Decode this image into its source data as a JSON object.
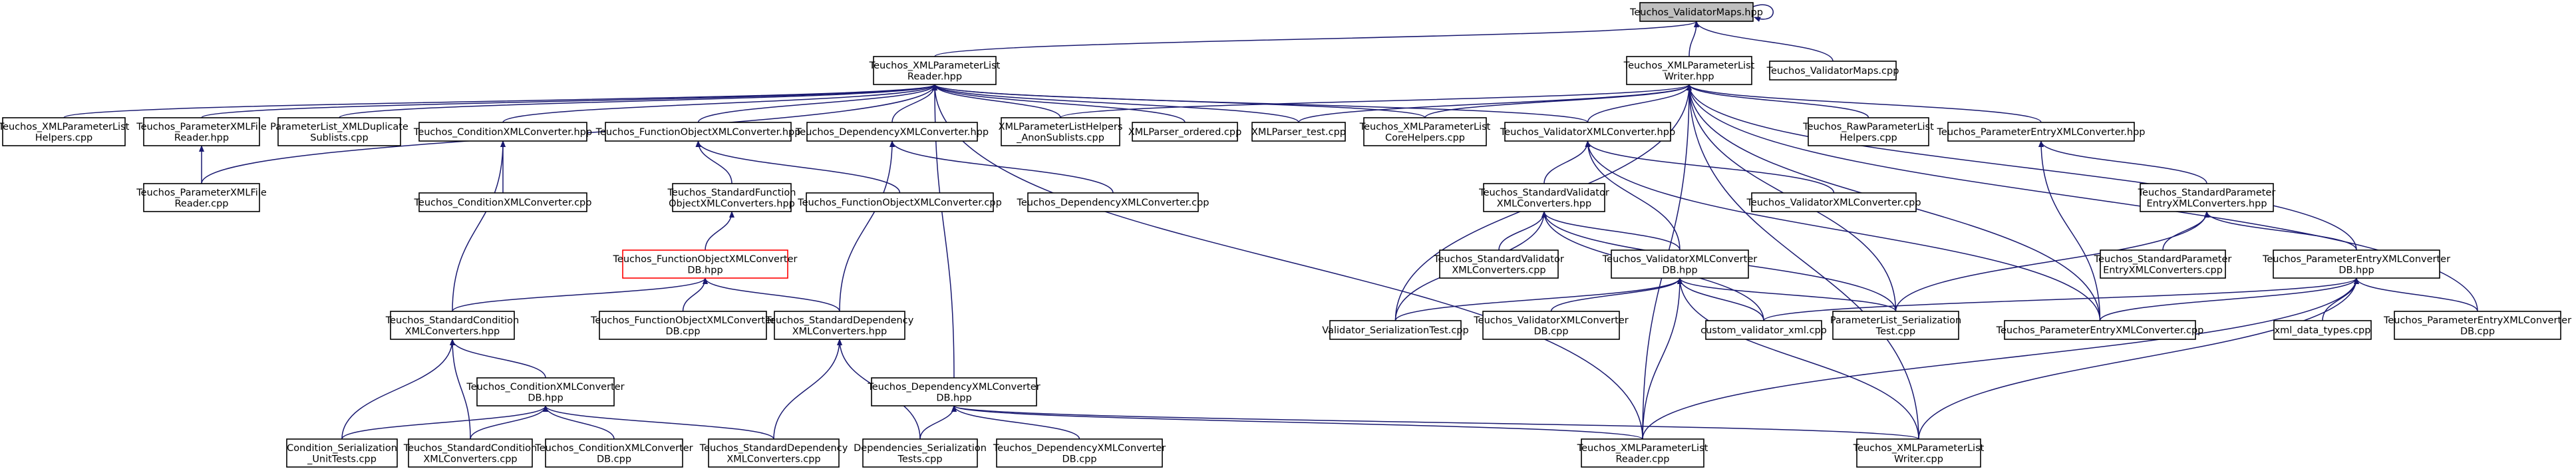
{
  "colors": {
    "edge": "#191970",
    "node_border": "#000000",
    "root_fill": "#bfbfbf",
    "highlight_border": "#ff0000"
  },
  "nodes": [
    {
      "id": "root",
      "lines": [
        "Teuchos_ValidatorMaps.hpp"
      ],
      "style": "root"
    },
    {
      "id": "plreader",
      "lines": [
        "Teuchos_XMLParameterList",
        "Reader.hpp"
      ]
    },
    {
      "id": "plwriter",
      "lines": [
        "Teuchos_XMLParameterList",
        "Writer.hpp"
      ]
    },
    {
      "id": "vmcpp",
      "lines": [
        "Teuchos_ValidatorMaps.cpp"
      ]
    },
    {
      "id": "helperscpp",
      "lines": [
        "Teuchos_XMLParameterList",
        "Helpers.cpp"
      ]
    },
    {
      "id": "pxmlfilehpp",
      "lines": [
        "Teuchos_ParameterXMLFile",
        "Reader.hpp"
      ]
    },
    {
      "id": "dupsub",
      "lines": [
        "ParameterList_XMLDuplicate",
        "Sublists.cpp"
      ]
    },
    {
      "id": "condxmlhpp",
      "lines": [
        "Teuchos_ConditionXMLConverter.hpp"
      ]
    },
    {
      "id": "funcxmlhpp",
      "lines": [
        "Teuchos_FunctionObjectXMLConverter.hpp"
      ]
    },
    {
      "id": "depxmlhpp",
      "lines": [
        "Teuchos_DependencyXMLConverter.hpp"
      ]
    },
    {
      "id": "anonsub",
      "lines": [
        "XMLParameterListHelpers",
        "_AnonSublists.cpp"
      ]
    },
    {
      "id": "xmlparserord",
      "lines": [
        "XMLParser_ordered.cpp"
      ]
    },
    {
      "id": "xmlparsertest",
      "lines": [
        "XMLParser_test.cpp"
      ]
    },
    {
      "id": "corehelpers",
      "lines": [
        "Teuchos_XMLParameterList",
        "CoreHelpers.cpp"
      ]
    },
    {
      "id": "valxmlhpp",
      "lines": [
        "Teuchos_ValidatorXMLConverter.hpp"
      ]
    },
    {
      "id": "rawhelpers",
      "lines": [
        "Teuchos_RawParameterList",
        "Helpers.cpp"
      ]
    },
    {
      "id": "peconvhpp",
      "lines": [
        "Teuchos_ParameterEntryXMLConverter.hpp"
      ]
    },
    {
      "id": "pxmlfilecpp",
      "lines": [
        "Teuchos_ParameterXMLFile",
        "Reader.cpp"
      ]
    },
    {
      "id": "condxmlcpp",
      "lines": [
        "Teuchos_ConditionXMLConverter.cpp"
      ]
    },
    {
      "id": "sfobjhpp",
      "lines": [
        "Teuchos_StandardFunction",
        "ObjectXMLConverters.hpp"
      ]
    },
    {
      "id": "funcxmlcpp",
      "lines": [
        "Teuchos_FunctionObjectXMLConverter.cpp"
      ]
    },
    {
      "id": "depxmlcpp",
      "lines": [
        "Teuchos_DependencyXMLConverter.cpp"
      ]
    },
    {
      "id": "svalhpp",
      "lines": [
        "Teuchos_StandardValidator",
        "XMLConverters.hpp"
      ]
    },
    {
      "id": "valxmlcpp",
      "lines": [
        "Teuchos_ValidatorXMLConverter.cpp"
      ]
    },
    {
      "id": "speconvhpp",
      "lines": [
        "Teuchos_StandardParameter",
        "EntryXMLConverters.hpp"
      ]
    },
    {
      "id": "funcdbhpp",
      "lines": [
        "Teuchos_FunctionObjectXMLConverter",
        "DB.hpp"
      ],
      "style": "red"
    },
    {
      "id": "svalcpp",
      "lines": [
        "Teuchos_StandardValidator",
        "XMLConverters.cpp"
      ]
    },
    {
      "id": "valdbhpp",
      "lines": [
        "Teuchos_ValidatorXMLConverter",
        "DB.hpp"
      ]
    },
    {
      "id": "speconvcpp",
      "lines": [
        "Teuchos_StandardParameter",
        "EntryXMLConverters.cpp"
      ]
    },
    {
      "id": "pedbhpp",
      "lines": [
        "Teuchos_ParameterEntryXMLConverter",
        "DB.hpp"
      ]
    },
    {
      "id": "scondhpp",
      "lines": [
        "Teuchos_StandardCondition",
        "XMLConverters.hpp"
      ]
    },
    {
      "id": "funcdbcpp",
      "lines": [
        "Teuchos_FunctionObjectXMLConverter",
        "DB.cpp"
      ]
    },
    {
      "id": "sdephpp",
      "lines": [
        "Teuchos_StandardDependency",
        "XMLConverters.hpp"
      ]
    },
    {
      "id": "valsertest",
      "lines": [
        "Validator_SerializationTest.cpp"
      ]
    },
    {
      "id": "valdbcpp",
      "lines": [
        "Teuchos_ValidatorXMLConverter",
        "DB.cpp"
      ]
    },
    {
      "id": "customval",
      "lines": [
        "custom_validator_xml.cpp"
      ]
    },
    {
      "id": "plsertest",
      "lines": [
        "ParameterList_Serialization",
        "Test.cpp"
      ]
    },
    {
      "id": "peconvcpp",
      "lines": [
        "Teuchos_ParameterEntryXMLConverter.cpp"
      ]
    },
    {
      "id": "xmldatatypes",
      "lines": [
        "xml_data_types.cpp"
      ]
    },
    {
      "id": "pedbcpp",
      "lines": [
        "Teuchos_ParameterEntryXMLConverter",
        "DB.cpp"
      ]
    },
    {
      "id": "conddbhpp",
      "lines": [
        "Teuchos_ConditionXMLConverter",
        "DB.hpp"
      ]
    },
    {
      "id": "depdbhpp",
      "lines": [
        "Teuchos_DependencyXMLConverter",
        "DB.hpp"
      ]
    },
    {
      "id": "condsertests",
      "lines": [
        "Condition_Serialization",
        "_UnitTests.cpp"
      ]
    },
    {
      "id": "scondcpp",
      "lines": [
        "Teuchos_StandardCondition",
        "XMLConverters.cpp"
      ]
    },
    {
      "id": "conddbcpp",
      "lines": [
        "Teuchos_ConditionXMLConverter",
        "DB.cpp"
      ]
    },
    {
      "id": "sdepcpp",
      "lines": [
        "Teuchos_StandardDependency",
        "XMLConverters.cpp"
      ]
    },
    {
      "id": "depsertests",
      "lines": [
        "Dependencies_Serialization",
        "Tests.cpp"
      ]
    },
    {
      "id": "depdbcpp",
      "lines": [
        "Teuchos_DependencyXMLConverter",
        "DB.cpp"
      ]
    },
    {
      "id": "plreadercpp",
      "lines": [
        "Teuchos_XMLParameterList",
        "Reader.cpp"
      ]
    },
    {
      "id": "plwritercpp",
      "lines": [
        "Teuchos_XMLParameterList",
        "Writer.cpp"
      ]
    }
  ],
  "edges": [
    [
      "plreader",
      "root"
    ],
    [
      "plwriter",
      "root"
    ],
    [
      "vmcpp",
      "root"
    ],
    [
      "root",
      "root"
    ],
    [
      "helperscpp",
      "plreader"
    ],
    [
      "pxmlfilehpp",
      "plreader"
    ],
    [
      "pxmlfilecpp",
      "plreader"
    ],
    [
      "dupsub",
      "plreader"
    ],
    [
      "condxmlhpp",
      "plreader"
    ],
    [
      "funcxmlhpp",
      "plreader"
    ],
    [
      "depxmlhpp",
      "plreader"
    ],
    [
      "anonsub",
      "plreader"
    ],
    [
      "xmlparserord",
      "plreader"
    ],
    [
      "xmlparsertest",
      "plreader"
    ],
    [
      "corehelpers",
      "plreader"
    ],
    [
      "valxmlhpp",
      "plreader"
    ],
    [
      "depdbhpp",
      "plreader"
    ],
    [
      "plreadercpp",
      "plreader"
    ],
    [
      "anonsub",
      "plwriter"
    ],
    [
      "xmlparsertest",
      "plwriter"
    ],
    [
      "corehelpers",
      "plwriter"
    ],
    [
      "valxmlhpp",
      "plwriter"
    ],
    [
      "rawhelpers",
      "plwriter"
    ],
    [
      "peconvhpp",
      "plwriter"
    ],
    [
      "valsertest",
      "plwriter"
    ],
    [
      "plsertest",
      "plwriter"
    ],
    [
      "plreadercpp",
      "plwriter"
    ],
    [
      "peconvcpp",
      "plwriter"
    ],
    [
      "pedbhpp",
      "plwriter"
    ],
    [
      "pedbcpp",
      "plwriter"
    ],
    [
      "plwritercpp",
      "plwriter"
    ],
    [
      "pxmlfilecpp",
      "pxmlfilehpp"
    ],
    [
      "condxmlcpp",
      "condxmlhpp"
    ],
    [
      "scondhpp",
      "condxmlhpp"
    ],
    [
      "sfobjhpp",
      "funcxmlhpp"
    ],
    [
      "funcxmlcpp",
      "funcxmlhpp"
    ],
    [
      "depxmlcpp",
      "depxmlhpp"
    ],
    [
      "sdephpp",
      "depxmlhpp"
    ],
    [
      "svalhpp",
      "valxmlhpp"
    ],
    [
      "valxmlcpp",
      "valxmlhpp"
    ],
    [
      "valdbhpp",
      "valxmlhpp"
    ],
    [
      "peconvcpp",
      "valxmlhpp"
    ],
    [
      "speconvhpp",
      "peconvhpp"
    ],
    [
      "peconvcpp",
      "peconvhpp"
    ],
    [
      "funcdbhpp",
      "sfobjhpp"
    ],
    [
      "svalcpp",
      "svalhpp"
    ],
    [
      "valdbhpp",
      "svalhpp"
    ],
    [
      "valsertest",
      "svalhpp"
    ],
    [
      "customval",
      "svalhpp"
    ],
    [
      "plsertest",
      "svalhpp"
    ],
    [
      "speconvcpp",
      "speconvhpp"
    ],
    [
      "pedbhpp",
      "speconvhpp"
    ],
    [
      "plsertest",
      "speconvhpp"
    ],
    [
      "scondhpp",
      "funcdbhpp"
    ],
    [
      "funcdbcpp",
      "funcdbhpp"
    ],
    [
      "sdephpp",
      "funcdbhpp"
    ],
    [
      "valsertest",
      "valdbhpp"
    ],
    [
      "valdbcpp",
      "valdbhpp"
    ],
    [
      "customval",
      "valdbhpp"
    ],
    [
      "plsertest",
      "valdbhpp"
    ],
    [
      "plreadercpp",
      "valdbhpp"
    ],
    [
      "plwritercpp",
      "valdbhpp"
    ],
    [
      "customval",
      "pedbhpp"
    ],
    [
      "peconvcpp",
      "pedbhpp"
    ],
    [
      "xmldatatypes",
      "pedbhpp"
    ],
    [
      "pedbcpp",
      "pedbhpp"
    ],
    [
      "plreadercpp",
      "pedbhpp"
    ],
    [
      "plwritercpp",
      "pedbhpp"
    ],
    [
      "condsertests",
      "scondhpp"
    ],
    [
      "scondcpp",
      "scondhpp"
    ],
    [
      "conddbhpp",
      "scondhpp"
    ],
    [
      "sdepcpp",
      "sdephpp"
    ],
    [
      "depsertests",
      "sdephpp"
    ],
    [
      "condsertests",
      "conddbhpp"
    ],
    [
      "scondcpp",
      "conddbhpp"
    ],
    [
      "conddbcpp",
      "conddbhpp"
    ],
    [
      "sdepcpp",
      "conddbhpp"
    ],
    [
      "depsertests",
      "depdbhpp"
    ],
    [
      "depdbcpp",
      "depdbhpp"
    ],
    [
      "plreadercpp",
      "depdbhpp"
    ],
    [
      "plwritercpp",
      "depdbhpp"
    ]
  ]
}
